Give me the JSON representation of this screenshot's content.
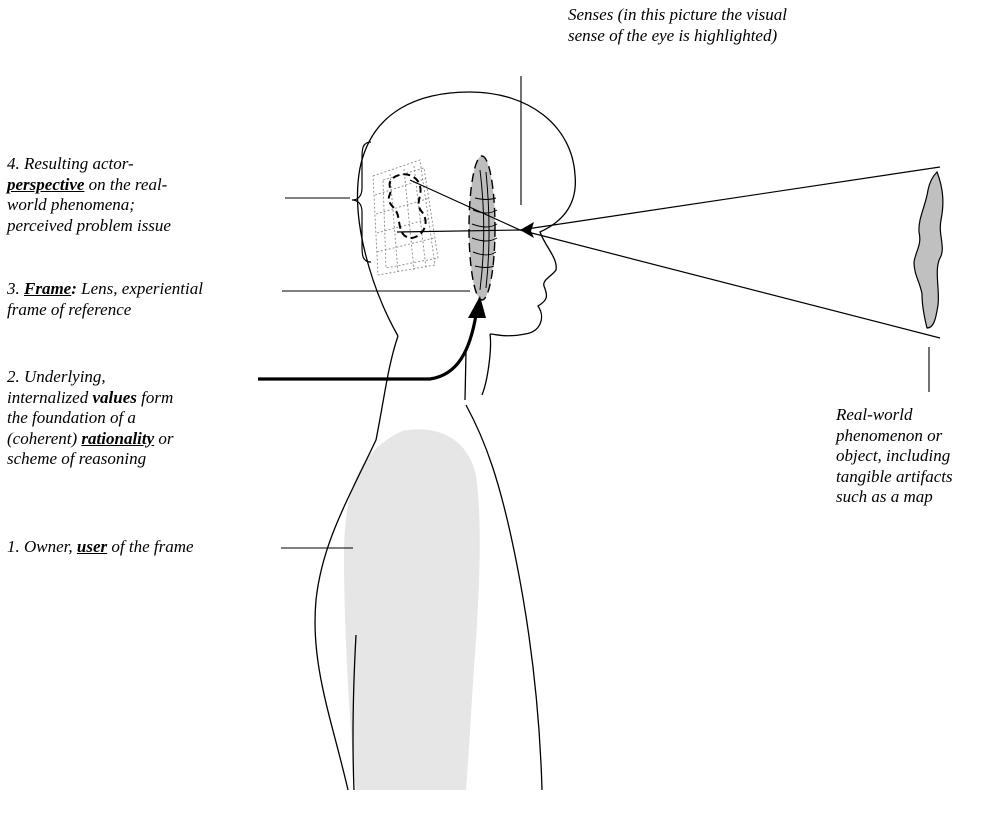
{
  "labels": {
    "senses": {
      "line1": "Senses (in this picture the visual",
      "line2": "sense of the eye is highlighted)"
    },
    "perspective": {
      "line1": "4. Resulting actor-",
      "line2_key": "perspective",
      "line2_rest": " on the real-",
      "line3": "world phenomena;",
      "line4": "perceived problem issue"
    },
    "frame": {
      "line1_prefix": "3. ",
      "line1_key": "Frame",
      "line1_colon": ":",
      "line1_rest": " Lens, experiential",
      "line2": "frame of reference"
    },
    "values": {
      "line1": "2. Underlying,",
      "line2_pre": "internalized ",
      "line2_key": "values",
      "line2_rest": " form",
      "line3": "the foundation of a",
      "line4_pre": "(coherent) ",
      "line4_key": "rationality",
      "line4_rest": " or",
      "line5": "scheme of reasoning"
    },
    "user": {
      "line1_pre": "1. Owner, ",
      "line1_key": "user",
      "line1_rest": " of the frame"
    },
    "realworld": {
      "line1": "Real-world",
      "line2": "phenomenon or",
      "line3": "object, including",
      "line4": "tangible artifacts",
      "line5": "such as a map"
    }
  },
  "colors": {
    "ink": "#000000",
    "body_fill": "#e6e6e6",
    "lens_fill": "#bdbdbd",
    "object_fill": "#c0c0c0",
    "grid_stroke": "#8a8a8a"
  }
}
